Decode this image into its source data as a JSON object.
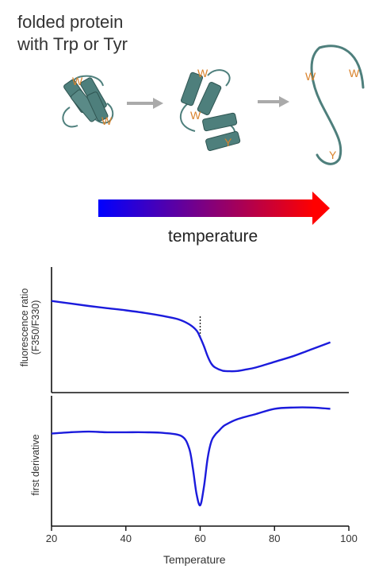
{
  "heading": {
    "line1": "folded protein",
    "line2": "with Trp or Tyr"
  },
  "residue_labels": {
    "trp": "W",
    "tyr": "Y"
  },
  "temperature_arrow": {
    "label": "temperature",
    "gradient_start": "#0000ff",
    "gradient_end": "#ff0000"
  },
  "colors": {
    "protein": "#4e7f7c",
    "residue": "#d9822b",
    "curve": "#1b1bdc",
    "process_arrow": "#aaaaaa",
    "axis": "#111111"
  },
  "chart_data": [
    {
      "type": "line",
      "ylabel_line1": "fluorescence ratio",
      "ylabel_line2": "(F350/F330)",
      "xlim": [
        20,
        100
      ],
      "ylim": [
        0,
        1
      ],
      "y_tick_labels": false,
      "marker_x": 60,
      "series": [
        {
          "x": [
            20,
            25,
            30,
            35,
            40,
            45,
            50,
            54,
            57,
            59,
            60,
            61,
            62,
            63,
            64,
            66,
            68,
            70,
            72,
            75,
            80,
            85,
            90,
            95
          ],
          "y": [
            0.73,
            0.71,
            0.69,
            0.672,
            0.655,
            0.635,
            0.61,
            0.585,
            0.545,
            0.495,
            0.44,
            0.37,
            0.29,
            0.23,
            0.2,
            0.175,
            0.17,
            0.172,
            0.182,
            0.2,
            0.245,
            0.29,
            0.345,
            0.4
          ]
        }
      ]
    },
    {
      "type": "line",
      "ylabel": "first derivative",
      "xlabel": "Temperature",
      "xlim": [
        20,
        100
      ],
      "ylim": [
        0,
        1
      ],
      "x_ticks": [
        20,
        40,
        60,
        80,
        100
      ],
      "y_tick_labels": false,
      "series": [
        {
          "x": [
            20,
            25,
            30,
            35,
            40,
            45,
            50,
            55,
            57,
            58,
            59,
            60,
            61,
            62,
            63,
            64,
            65,
            66,
            67,
            70,
            75,
            80,
            85,
            90,
            95
          ],
          "y": [
            0.71,
            0.72,
            0.725,
            0.72,
            0.72,
            0.72,
            0.715,
            0.69,
            0.6,
            0.45,
            0.25,
            0.16,
            0.3,
            0.52,
            0.65,
            0.7,
            0.73,
            0.76,
            0.78,
            0.82,
            0.86,
            0.9,
            0.91,
            0.91,
            0.9
          ]
        }
      ]
    }
  ]
}
